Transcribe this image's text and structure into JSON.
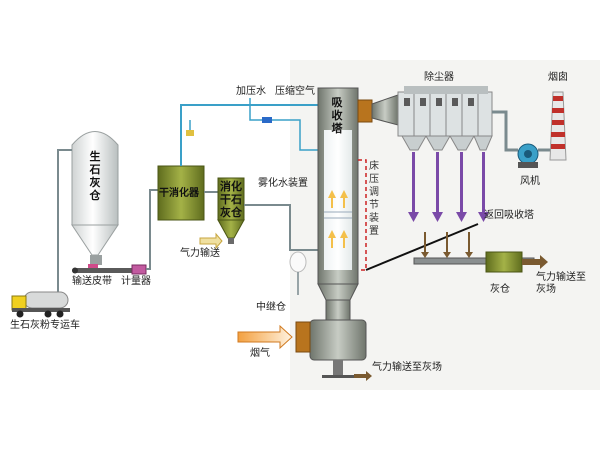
{
  "labels": {
    "lime_silo": "生石灰仓",
    "belt": "输送皮带",
    "meter": "计量器",
    "truck": "生石灰粉专运车",
    "dry_slaker": "干消化器",
    "slaked_silo": "消化干石灰仓",
    "pneumatic": "气力输送",
    "pressurized_water": "加压水",
    "compressed_air": "压缩空气",
    "absorber": "吸收塔",
    "atomizer": "雾化水装置",
    "bed_pressure": "床压调节装置",
    "relay_silo": "中继仓",
    "flue_gas": "烟气",
    "pneumatic_to_ash_field": "气力输送至灰场",
    "dust_collector": "除尘器",
    "chimney": "烟囱",
    "fan": "风机",
    "return": "返回吸收塔",
    "ash_silo": "灰仓",
    "pneumatic_to_ash_field_2": "气力输送至灰场"
  },
  "colors": {
    "equipment_green": "#7a8a2a",
    "tower_gray": "#8a8f86",
    "pipe_gray": "#7a8a8e",
    "flange_orange": "#b8741e",
    "water_line_blue": "#3aa0c8",
    "flow_arrow_purple": "#7a4aa8",
    "dashed_red": "#cc2222",
    "chimney_red": "#c0302a"
  }
}
